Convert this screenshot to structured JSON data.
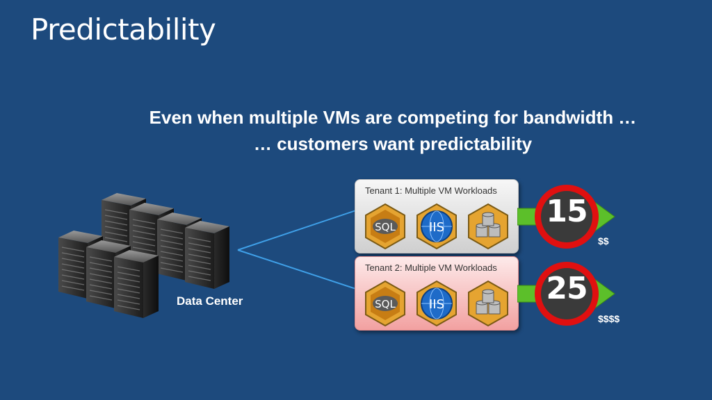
{
  "slide": {
    "title": "Predictability",
    "subtitle_line1": "Even when multiple VMs are competing for bandwidth …",
    "subtitle_line2": "… customers want predictability"
  },
  "data_center": {
    "label": "Data Center"
  },
  "tenants": [
    {
      "label": "Tenant 1: Multiple VM Workloads",
      "workloads": [
        {
          "icon": "sql-icon",
          "text": "SQL"
        },
        {
          "icon": "iis-icon",
          "text": "IIS"
        },
        {
          "icon": "database-icon",
          "text": ""
        }
      ],
      "bandwidth": "15",
      "price": "$$"
    },
    {
      "label": "Tenant 2: Multiple VM Workloads",
      "workloads": [
        {
          "icon": "sql-icon",
          "text": "SQL"
        },
        {
          "icon": "iis-icon",
          "text": "IIS"
        },
        {
          "icon": "database-icon",
          "text": ""
        }
      ],
      "bandwidth": "25",
      "price": "$$$$"
    }
  ],
  "colors": {
    "background": "#1d4a7d",
    "sign_ring": "#e01010",
    "sign_face": "#3a3a3a",
    "arrow": "#5cbf2a",
    "hex_orange": "#e5a431",
    "globe_blue": "#1e6bc8"
  }
}
